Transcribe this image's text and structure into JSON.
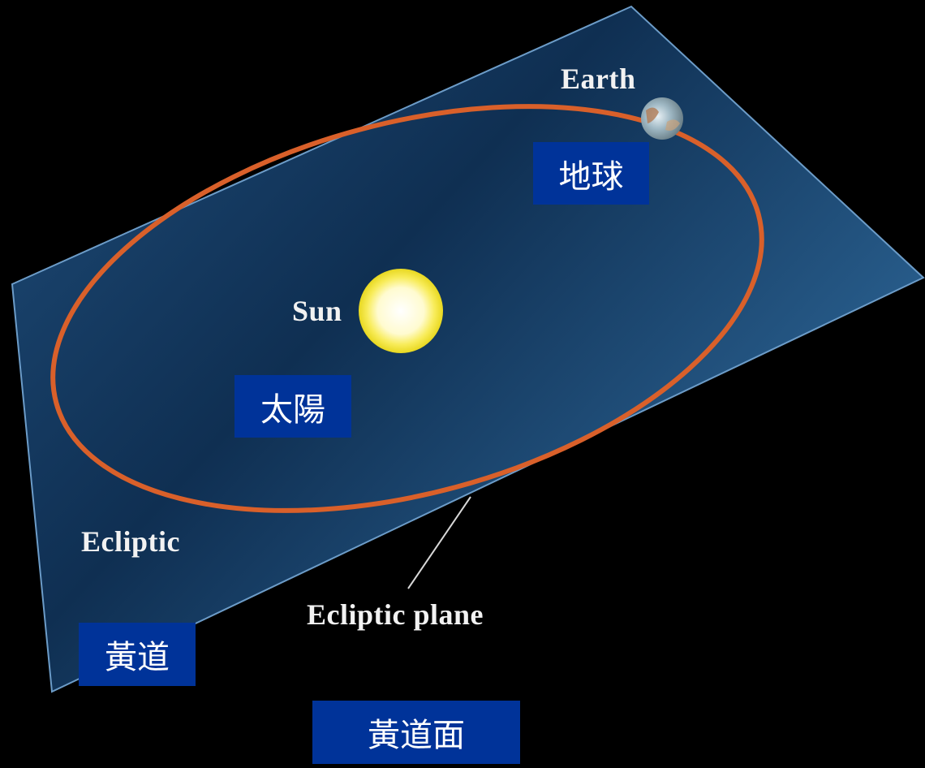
{
  "labels": {
    "earth": "Earth",
    "sun": "Sun",
    "ecliptic": "Ecliptic",
    "ecliptic_plane": "Ecliptic plane"
  },
  "translations": {
    "earth": "地球",
    "sun": "太陽",
    "ecliptic": "黃道",
    "ecliptic_plane": "黃道面"
  },
  "colors": {
    "background": "#000000",
    "plane": "#1b4a78",
    "orbit": "#d9602a",
    "sun_core": "#ffffee",
    "sun_rim": "#f4e23a",
    "label_box": "#003399",
    "label_text": "#ffffff"
  }
}
